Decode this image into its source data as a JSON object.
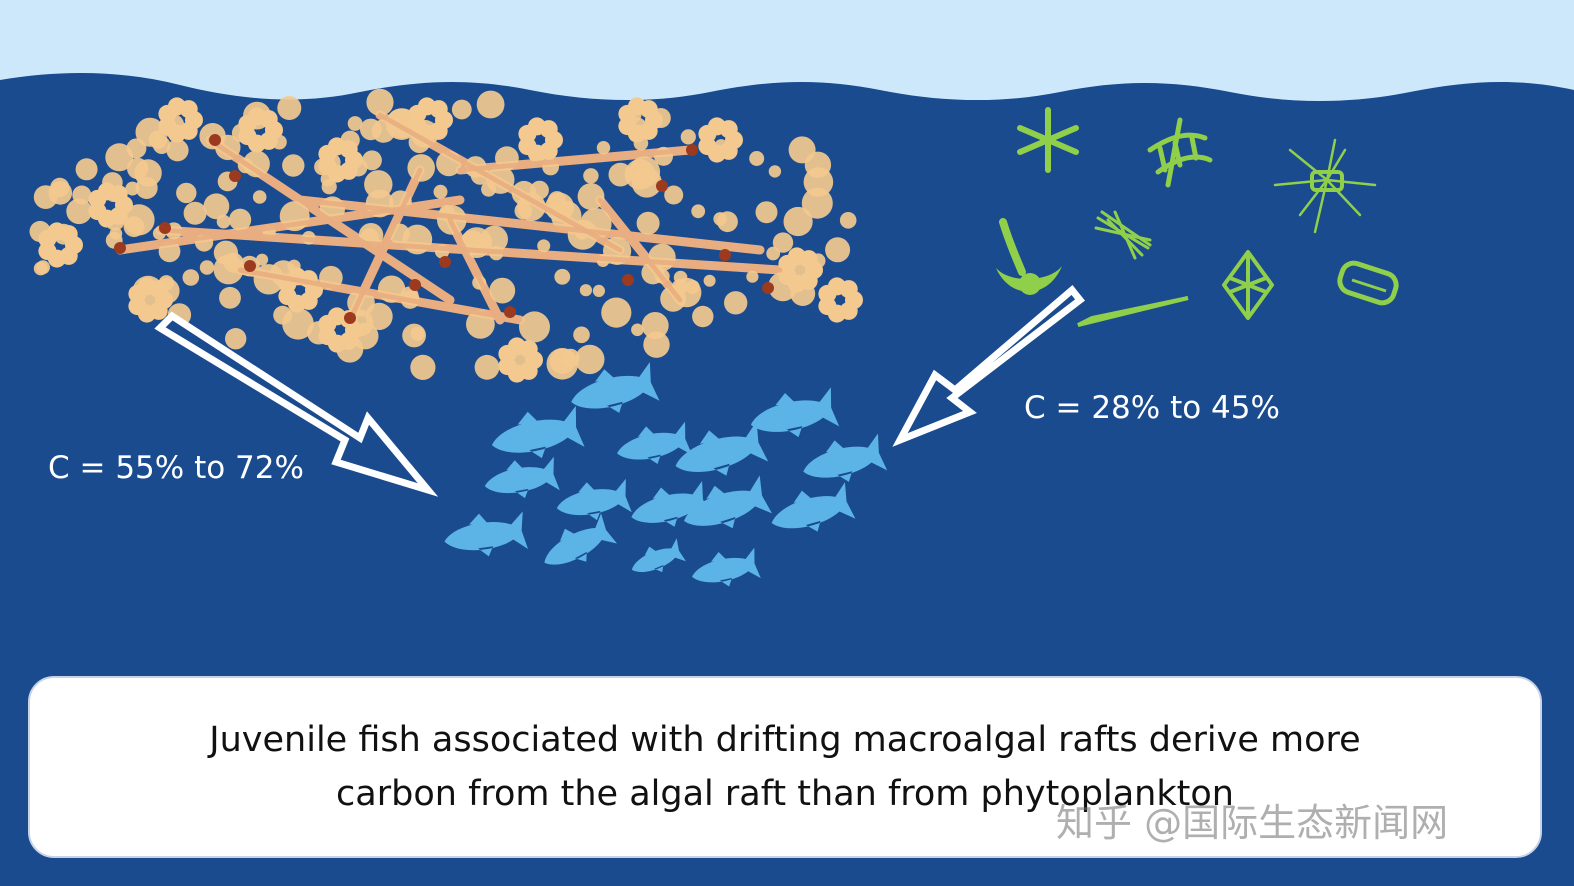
{
  "colors": {
    "sky": "#cde8fb",
    "ocean": "#1a4b8f",
    "algae": "#f3c98f",
    "algae_stem": "#e8ad80",
    "float_bladder": "#9b3a1e",
    "phytoplankton": "#8fcf4a",
    "fish": "#5cb3e6",
    "arrow_fill": "#ffffff",
    "caption_bg": "#ffffff"
  },
  "labels": {
    "algal_carbon": "C = 55% to 72%",
    "phyto_carbon": "C = 28% to 45%"
  },
  "caption": {
    "line1": "Juvenile fish associated with drifting macroalgal rafts derive more",
    "line2": "carbon from the algal raft than from phytoplankton"
  },
  "watermark": "知乎 @国际生态新闻网",
  "icons": {
    "raft": "macroalgal-raft-icon",
    "phytoplankton": "phytoplankton-icon",
    "fish": "juvenile-fish-icon"
  }
}
